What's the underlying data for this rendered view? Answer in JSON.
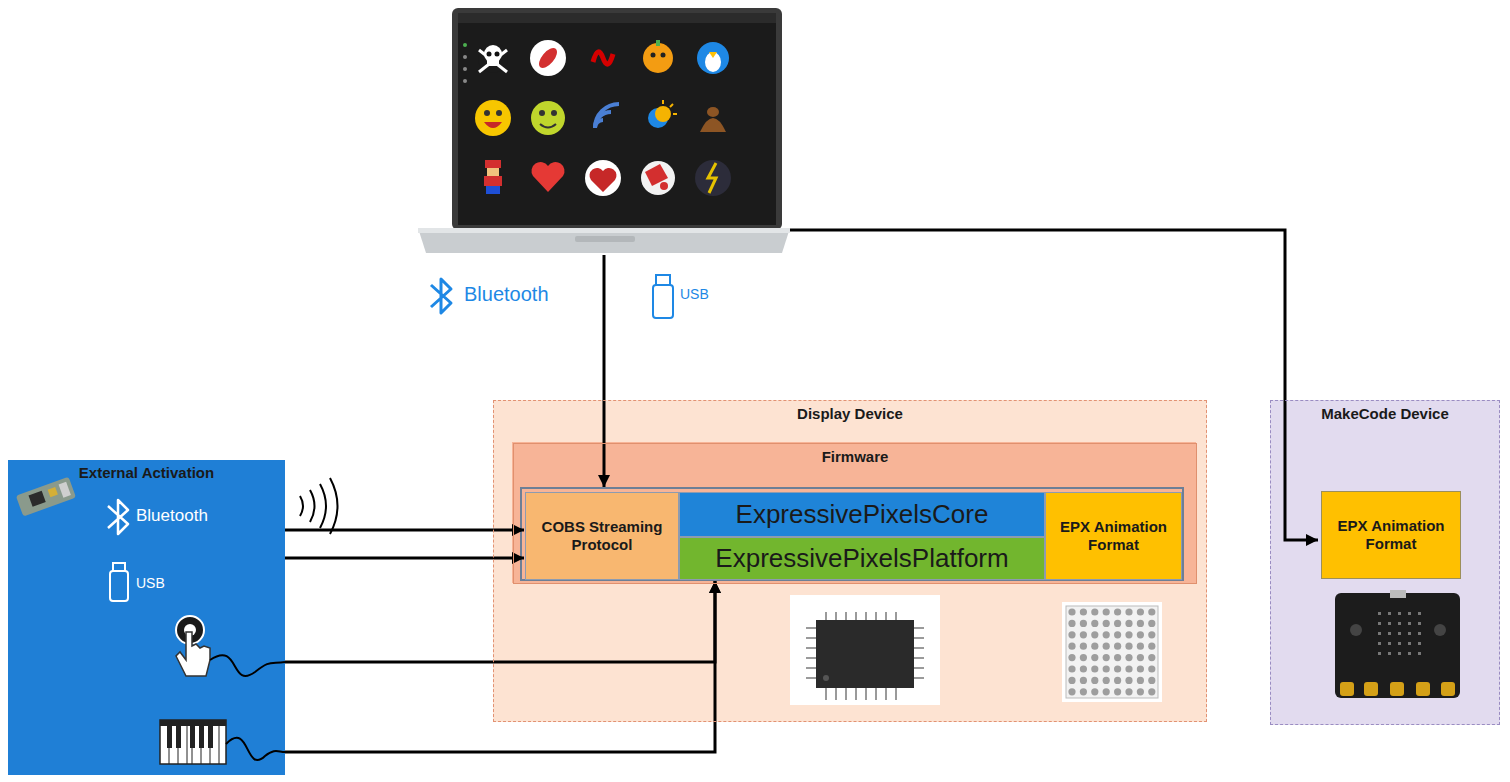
{
  "diagram": {
    "nodes": [
      {
        "text": [
          "External Activation"
        ]
      },
      {
        "text": [
          "Display Device"
        ]
      },
      {
        "text": [
          "Firmware"
        ],
        "in": 1
      },
      {
        "text": [
          "COBS Streaming Protocol"
        ],
        "in": 2
      },
      {
        "text": [
          "ExpressivePixelsCore"
        ],
        "in": 2
      },
      {
        "text": [
          "ExpressivePixelsPlatform"
        ],
        "in": 2
      },
      {
        "text": [
          "EPX Animation Format"
        ],
        "in": 2
      },
      {
        "text": [
          "MakeCode Device"
        ]
      },
      {
        "text": [
          "EPX Animation Format"
        ],
        "in": 7
      }
    ],
    "edges": [
      {
        "from": 0,
        "to": 3,
        "arrow": "to"
      },
      {
        "from": 0,
        "to": 3,
        "arrow": "to"
      },
      {
        "from": 0,
        "to": 5,
        "arrow": "to"
      },
      {
        "from": 0,
        "to": 5,
        "arrow": "to"
      }
    ],
    "labels": [
      "Bluetooth",
      "USB",
      "Bluetooth",
      "USB"
    ]
  }
}
